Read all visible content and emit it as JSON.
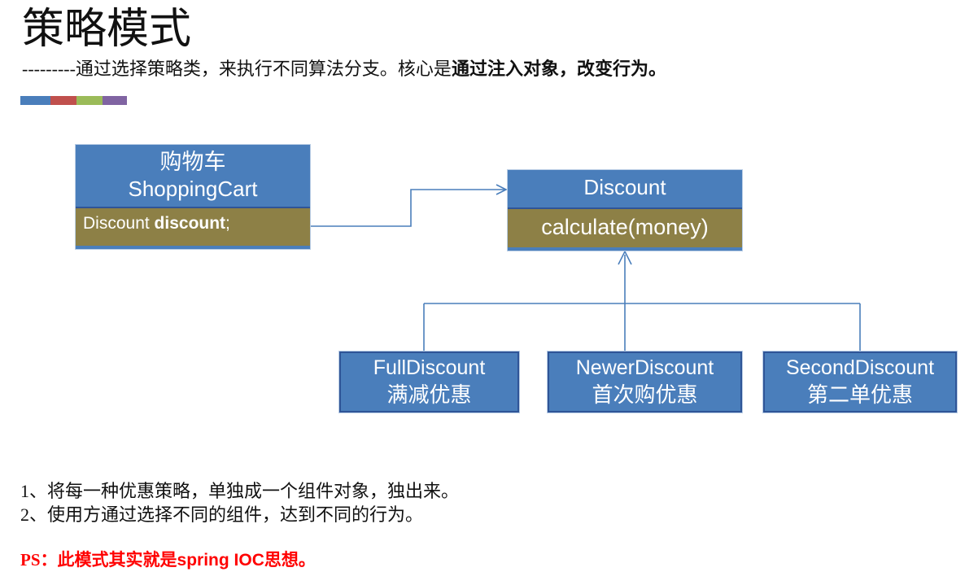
{
  "slide": {
    "title": "策略模式",
    "subtitle_prefix": "---------通过选择策略类，来执行不同算法分支。核心是",
    "subtitle_emphasis": "通过注入对象，改变行为。",
    "accent_colors": [
      "#4a7ebb",
      "#c0504d",
      "#9bbb59",
      "#8064a2"
    ]
  },
  "diagram": {
    "colors": {
      "box_fill": "#4a7ebb",
      "box_border": "#2f5597",
      "body_fill": "#8d8046",
      "connector": "#4a7ebb",
      "text": "#ffffff"
    },
    "boxes": [
      {
        "id": "shoppingcart",
        "header_cn": "购物车",
        "header_en": "ShoppingCart",
        "body_text": "Discount discount;",
        "body_plain": "Discount ",
        "body_bold": "discount",
        "body_suffix": ";"
      },
      {
        "id": "discount",
        "header_en": "Discount",
        "body_text": "calculate(money)"
      },
      {
        "id": "fulldiscount",
        "line_en": "FullDiscount",
        "line_cn": "满减优惠"
      },
      {
        "id": "newerdiscount",
        "line_en": "NewerDiscount",
        "line_cn": "首次购优惠"
      },
      {
        "id": "seconddiscount",
        "line_en": "SecondDiscount",
        "line_cn": "第二单优惠"
      }
    ],
    "connectors": [
      {
        "id": "cart-to-discount",
        "type": "association-arrow"
      },
      {
        "id": "discount-to-children",
        "type": "inheritance-tree"
      }
    ]
  },
  "notes": {
    "line1": "1、将每一种优惠策略，单独成一个组件对象，独出来。",
    "line2": "2、使用方通过选择不同的组件，达到不同的行为。",
    "ps_prefix": "PS：此模式其实就是",
    "ps_emphasis": "spring IOC",
    "ps_suffix": "思想。"
  }
}
